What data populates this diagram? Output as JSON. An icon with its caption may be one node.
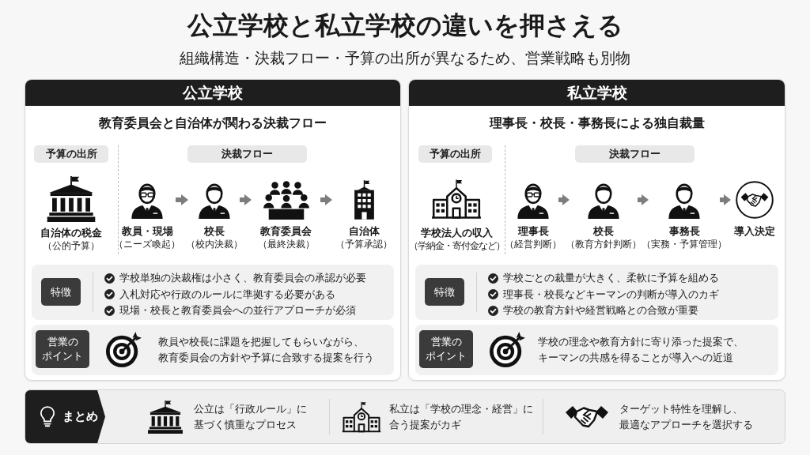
{
  "diagram": {
    "title": "公立学校と私立学校の違いを押さえる",
    "nodes": [
      {
        "text": [
          "公立学校",
          "教育委員会と自治体が関わる決裁フロー"
        ]
      },
      {
        "text": [
          "予算の出所"
        ],
        "in": 0
      },
      {
        "text": [
          "決裁フロー"
        ],
        "in": 0
      },
      {
        "text": [
          "自治体の税金",
          "（公的予算）"
        ],
        "in": 0
      },
      {
        "text": [
          "教員・現場",
          "（ニーズ喚起）"
        ],
        "in": 0
      },
      {
        "text": [
          "校長",
          "（校内決裁）"
        ],
        "in": 0
      },
      {
        "text": [
          "教育委員会",
          "（最終決裁）"
        ],
        "in": 0
      },
      {
        "text": [
          "自治体",
          "（予算承認）"
        ],
        "in": 0
      },
      {
        "text": [
          "学校単独の決裁権は小さく、教育委員会の承認が必要",
          "入札対応や行政のルールに準拠する必要がある",
          "現場・校長と教育委員会への並行アプローチが必須"
        ],
        "in": 0
      },
      {
        "text": [
          "特徴"
        ],
        "in": 8
      },
      {
        "text": [
          "教員や校長に課題を把握してもらいながら、教育委員会の方針や予算に合致する提案を行う"
        ],
        "in": 0
      },
      {
        "text": [
          "営業のポイント"
        ],
        "in": 10
      },
      {
        "text": [
          "私立学校",
          "理事長・校長・事務長による独自裁量"
        ]
      },
      {
        "text": [
          "予算の出所"
        ],
        "in": 12
      },
      {
        "text": [
          "決裁フロー"
        ],
        "in": 12
      },
      {
        "text": [
          "学校法人の収入",
          "（学納金・寄付金など）"
        ],
        "in": 12
      },
      {
        "text": [
          "理事長",
          "（経営判断）"
        ],
        "in": 12
      },
      {
        "text": [
          "校長",
          "（教育方針判断）"
        ],
        "in": 12
      },
      {
        "text": [
          "事務長",
          "（実務・予算管理）"
        ],
        "in": 12
      },
      {
        "text": [
          "導入決定"
        ],
        "in": 12
      },
      {
        "text": [
          "学校ごとの裁量が大きく、柔軟に予算を組める",
          "理事長・校長などキーマンの判断が導入のカギ",
          "学校の教育方針や経営戦略との合致が重要"
        ],
        "in": 12
      },
      {
        "text": [
          "特徴"
        ],
        "in": 20
      },
      {
        "text": [
          "学校の理念や教育方針に寄り添った提案で、キーマンの共感を得ることが導入への近道"
        ],
        "in": 12
      },
      {
        "text": [
          "営業のポイント"
        ],
        "in": 22
      },
      {
        "text": [
          "公立は「行政ルール」に基づく慎重なプロセス",
          "私立は「学校の理念・経営」に合う提案がカギ",
          "ターゲット特性を理解し、最適なアプローチを選択する"
        ]
      },
      {
        "text": [
          "まとめ"
        ],
        "in": 24
      }
    ],
    "edges": [
      {
        "from": 4,
        "to": 5,
        "arrow": "to"
      },
      {
        "from": 5,
        "to": 6,
        "arrow": "to"
      },
      {
        "from": 6,
        "to": 7,
        "arrow": "to"
      },
      {
        "from": 16,
        "to": 17,
        "arrow": "to"
      },
      {
        "from": 17,
        "to": 18,
        "arrow": "to"
      },
      {
        "from": 18,
        "to": 19,
        "arrow": "to"
      }
    ],
    "labels": [
      "組織構造・決裁フロー・予算の出所が異なるため、営業戦略も別物"
    ]
  }
}
